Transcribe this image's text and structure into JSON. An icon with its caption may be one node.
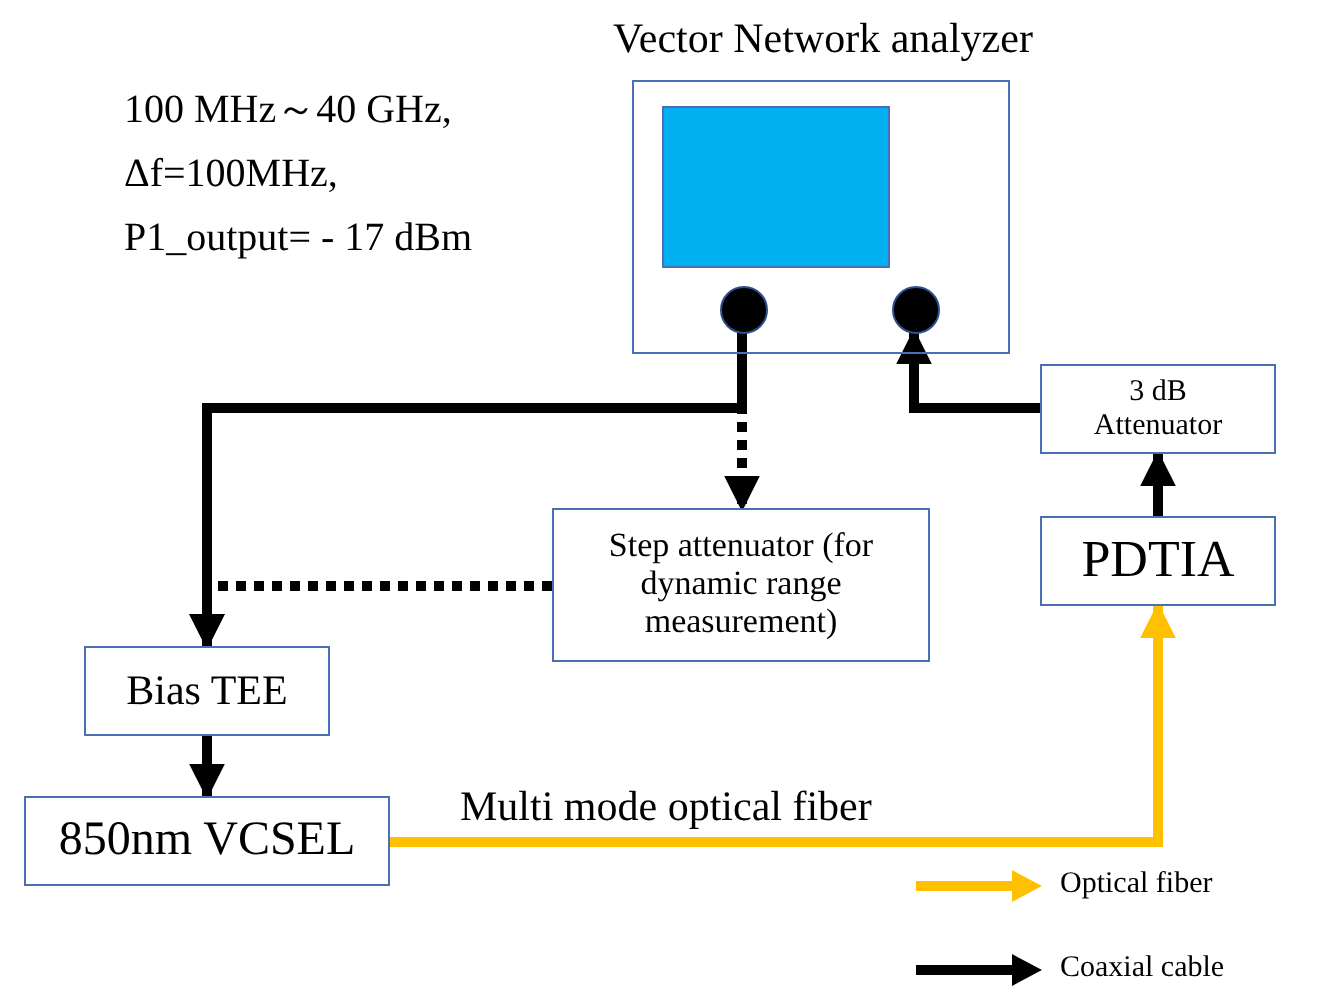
{
  "diagram": {
    "nodes": [
      {
        "text": [
          "Vector Network analyzer"
        ]
      },
      {
        "text": [],
        "shape": "circle",
        "in": 0
      },
      {
        "text": [],
        "shape": "circle",
        "in": 0
      },
      {
        "text": [
          "3 dB Attenuator"
        ]
      },
      {
        "text": [
          "Step attenuator (for dynamic range measurement)"
        ]
      },
      {
        "text": [
          "PDTIA"
        ]
      },
      {
        "text": [
          "Bias TEE"
        ]
      },
      {
        "text": [
          "850nm VCSEL"
        ]
      }
    ],
    "edges": [
      {
        "from": 1,
        "to": 6,
        "arrow": "to"
      },
      {
        "from": 1,
        "to": 4,
        "arrow": "to",
        "style": "dashed"
      },
      {
        "from": 4,
        "to": 6,
        "arrow": "to",
        "style": "dashed"
      },
      {
        "from": 6,
        "to": 7,
        "arrow": "to"
      },
      {
        "from": 3,
        "to": 2,
        "arrow": "to"
      },
      {
        "from": 5,
        "to": 3,
        "arrow": "to"
      },
      {
        "from": 7,
        "to": 5,
        "arrow": "to",
        "label": "Multi mode optical fiber",
        "color": "#ffc000"
      }
    ],
    "labels": [
      "100 MHz～40 GHz,",
      "Δf=100MHz,",
      "P1_output= - 17 dBm"
    ],
    "legend": [
      {
        "text": "Optical fiber"
      },
      {
        "text": "Coaxial cable"
      }
    ]
  }
}
